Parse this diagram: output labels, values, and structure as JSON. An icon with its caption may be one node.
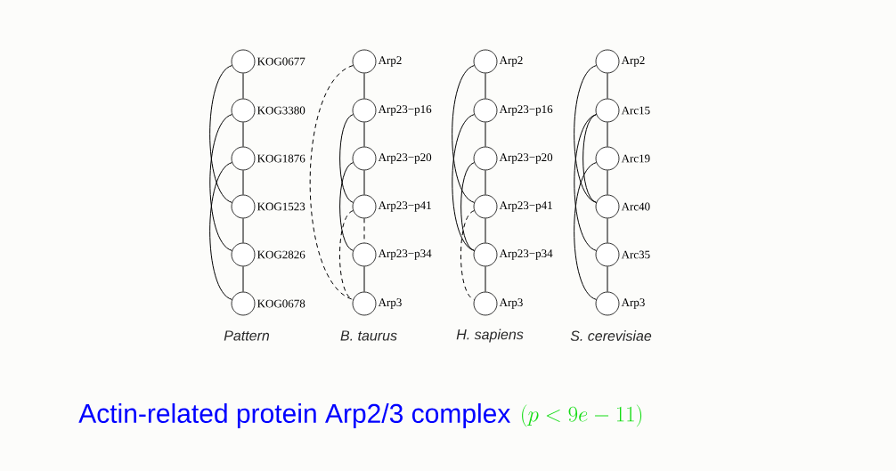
{
  "diagram": {
    "title": "Actin-related protein Arp2/3 complex",
    "nodes": [
      {
        "text": [
          "KOG0677"
        ]
      },
      {
        "text": [
          "KOG3380"
        ]
      },
      {
        "text": [
          "KOG1876"
        ]
      },
      {
        "text": [
          "KOG1523"
        ]
      },
      {
        "text": [
          "KOG2826"
        ]
      },
      {
        "text": [
          "KOG0678"
        ]
      },
      {
        "text": [
          "Arp2"
        ]
      },
      {
        "text": [
          "Arp23−p16"
        ]
      },
      {
        "text": [
          "Arp23−p20"
        ]
      },
      {
        "text": [
          "Arp23−p41"
        ]
      },
      {
        "text": [
          "Arp23−p34"
        ]
      },
      {
        "text": [
          "Arp3"
        ]
      },
      {
        "text": [
          "Arp2"
        ]
      },
      {
        "text": [
          "Arp23−p16"
        ]
      },
      {
        "text": [
          "Arp23−p20"
        ]
      },
      {
        "text": [
          "Arp23−p41"
        ]
      },
      {
        "text": [
          "Arp23−p34"
        ]
      },
      {
        "text": [
          "Arp3"
        ]
      },
      {
        "text": [
          "Arp2"
        ]
      },
      {
        "text": [
          "Arc15"
        ]
      },
      {
        "text": [
          "Arc19"
        ]
      },
      {
        "text": [
          "Arc40"
        ]
      },
      {
        "text": [
          "Arc35"
        ]
      },
      {
        "text": [
          "Arp3"
        ]
      }
    ],
    "edges": [
      {
        "from": 0,
        "to": 1,
        "arrow": "none"
      },
      {
        "from": 1,
        "to": 2,
        "arrow": "none"
      },
      {
        "from": 2,
        "to": 3,
        "arrow": "none"
      },
      {
        "from": 3,
        "to": 4,
        "arrow": "none"
      },
      {
        "from": 4,
        "to": 5,
        "arrow": "none"
      },
      {
        "from": 0,
        "to": 3,
        "arrow": "none"
      },
      {
        "from": 1,
        "to": 4,
        "arrow": "none"
      },
      {
        "from": 2,
        "to": 5,
        "arrow": "none"
      },
      {
        "from": 6,
        "to": 7,
        "arrow": "none"
      },
      {
        "from": 7,
        "to": 8,
        "arrow": "none"
      },
      {
        "from": 8,
        "to": 9,
        "arrow": "none"
      },
      {
        "from": 9,
        "to": 10,
        "arrow": "none",
        "style": "dashed"
      },
      {
        "from": 10,
        "to": 11,
        "arrow": "none"
      },
      {
        "from": 6,
        "to": 11,
        "arrow": "none",
        "style": "dashed"
      },
      {
        "from": 7,
        "to": 9,
        "arrow": "none"
      },
      {
        "from": 8,
        "to": 10,
        "arrow": "none"
      },
      {
        "from": 9,
        "to": 11,
        "arrow": "none",
        "style": "dashed"
      },
      {
        "from": 12,
        "to": 13,
        "arrow": "none"
      },
      {
        "from": 13,
        "to": 14,
        "arrow": "none"
      },
      {
        "from": 14,
        "to": 15,
        "arrow": "none"
      },
      {
        "from": 15,
        "to": 16,
        "arrow": "none"
      },
      {
        "from": 16,
        "to": 17,
        "arrow": "none"
      },
      {
        "from": 12,
        "to": 15,
        "arrow": "none"
      },
      {
        "from": 13,
        "to": 16,
        "arrow": "none"
      },
      {
        "from": 14,
        "to": 16,
        "arrow": "none"
      },
      {
        "from": 15,
        "to": 17,
        "arrow": "none",
        "style": "dashed"
      },
      {
        "from": 18,
        "to": 19,
        "arrow": "none"
      },
      {
        "from": 19,
        "to": 20,
        "arrow": "none"
      },
      {
        "from": 20,
        "to": 21,
        "arrow": "none"
      },
      {
        "from": 21,
        "to": 22,
        "arrow": "none"
      },
      {
        "from": 22,
        "to": 23,
        "arrow": "none"
      },
      {
        "from": 18,
        "to": 21,
        "arrow": "none"
      },
      {
        "from": 19,
        "to": 21,
        "arrow": "none"
      },
      {
        "from": 19,
        "to": 22,
        "arrow": "none"
      },
      {
        "from": 20,
        "to": 23,
        "arrow": "none"
      }
    ],
    "labels": [
      "Pattern",
      "B. taurus",
      "H. sapiens",
      "S. cerevisiae",
      "(p < 9e - 11)"
    ]
  }
}
